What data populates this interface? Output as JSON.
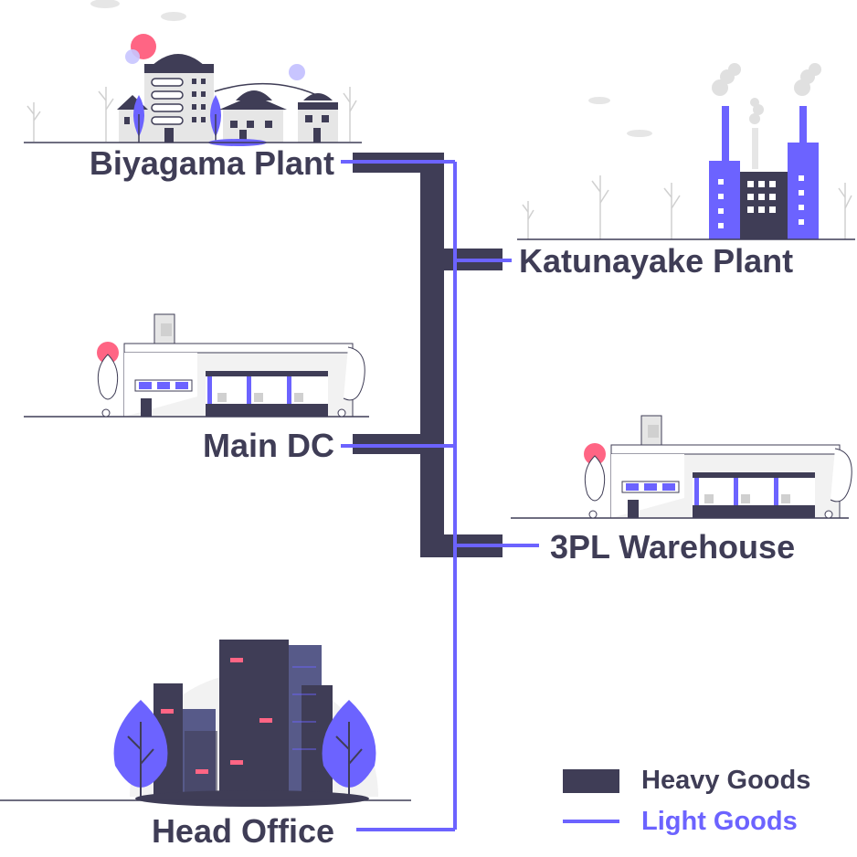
{
  "colors": {
    "heavy": "#3f3d56",
    "light": "#6c63ff",
    "accent": "#ff6584",
    "ground": "#3f3d56",
    "bg_gray": "#f2f2f2"
  },
  "nodes": {
    "biyagama": "Biyagama Plant",
    "katunayake": "Katunayake Plant",
    "main_dc": "Main DC",
    "warehouse_3pl": "3PL Warehouse",
    "head_office": "Head Office"
  },
  "legend": {
    "heavy": "Heavy Goods",
    "light": "Light Goods"
  }
}
